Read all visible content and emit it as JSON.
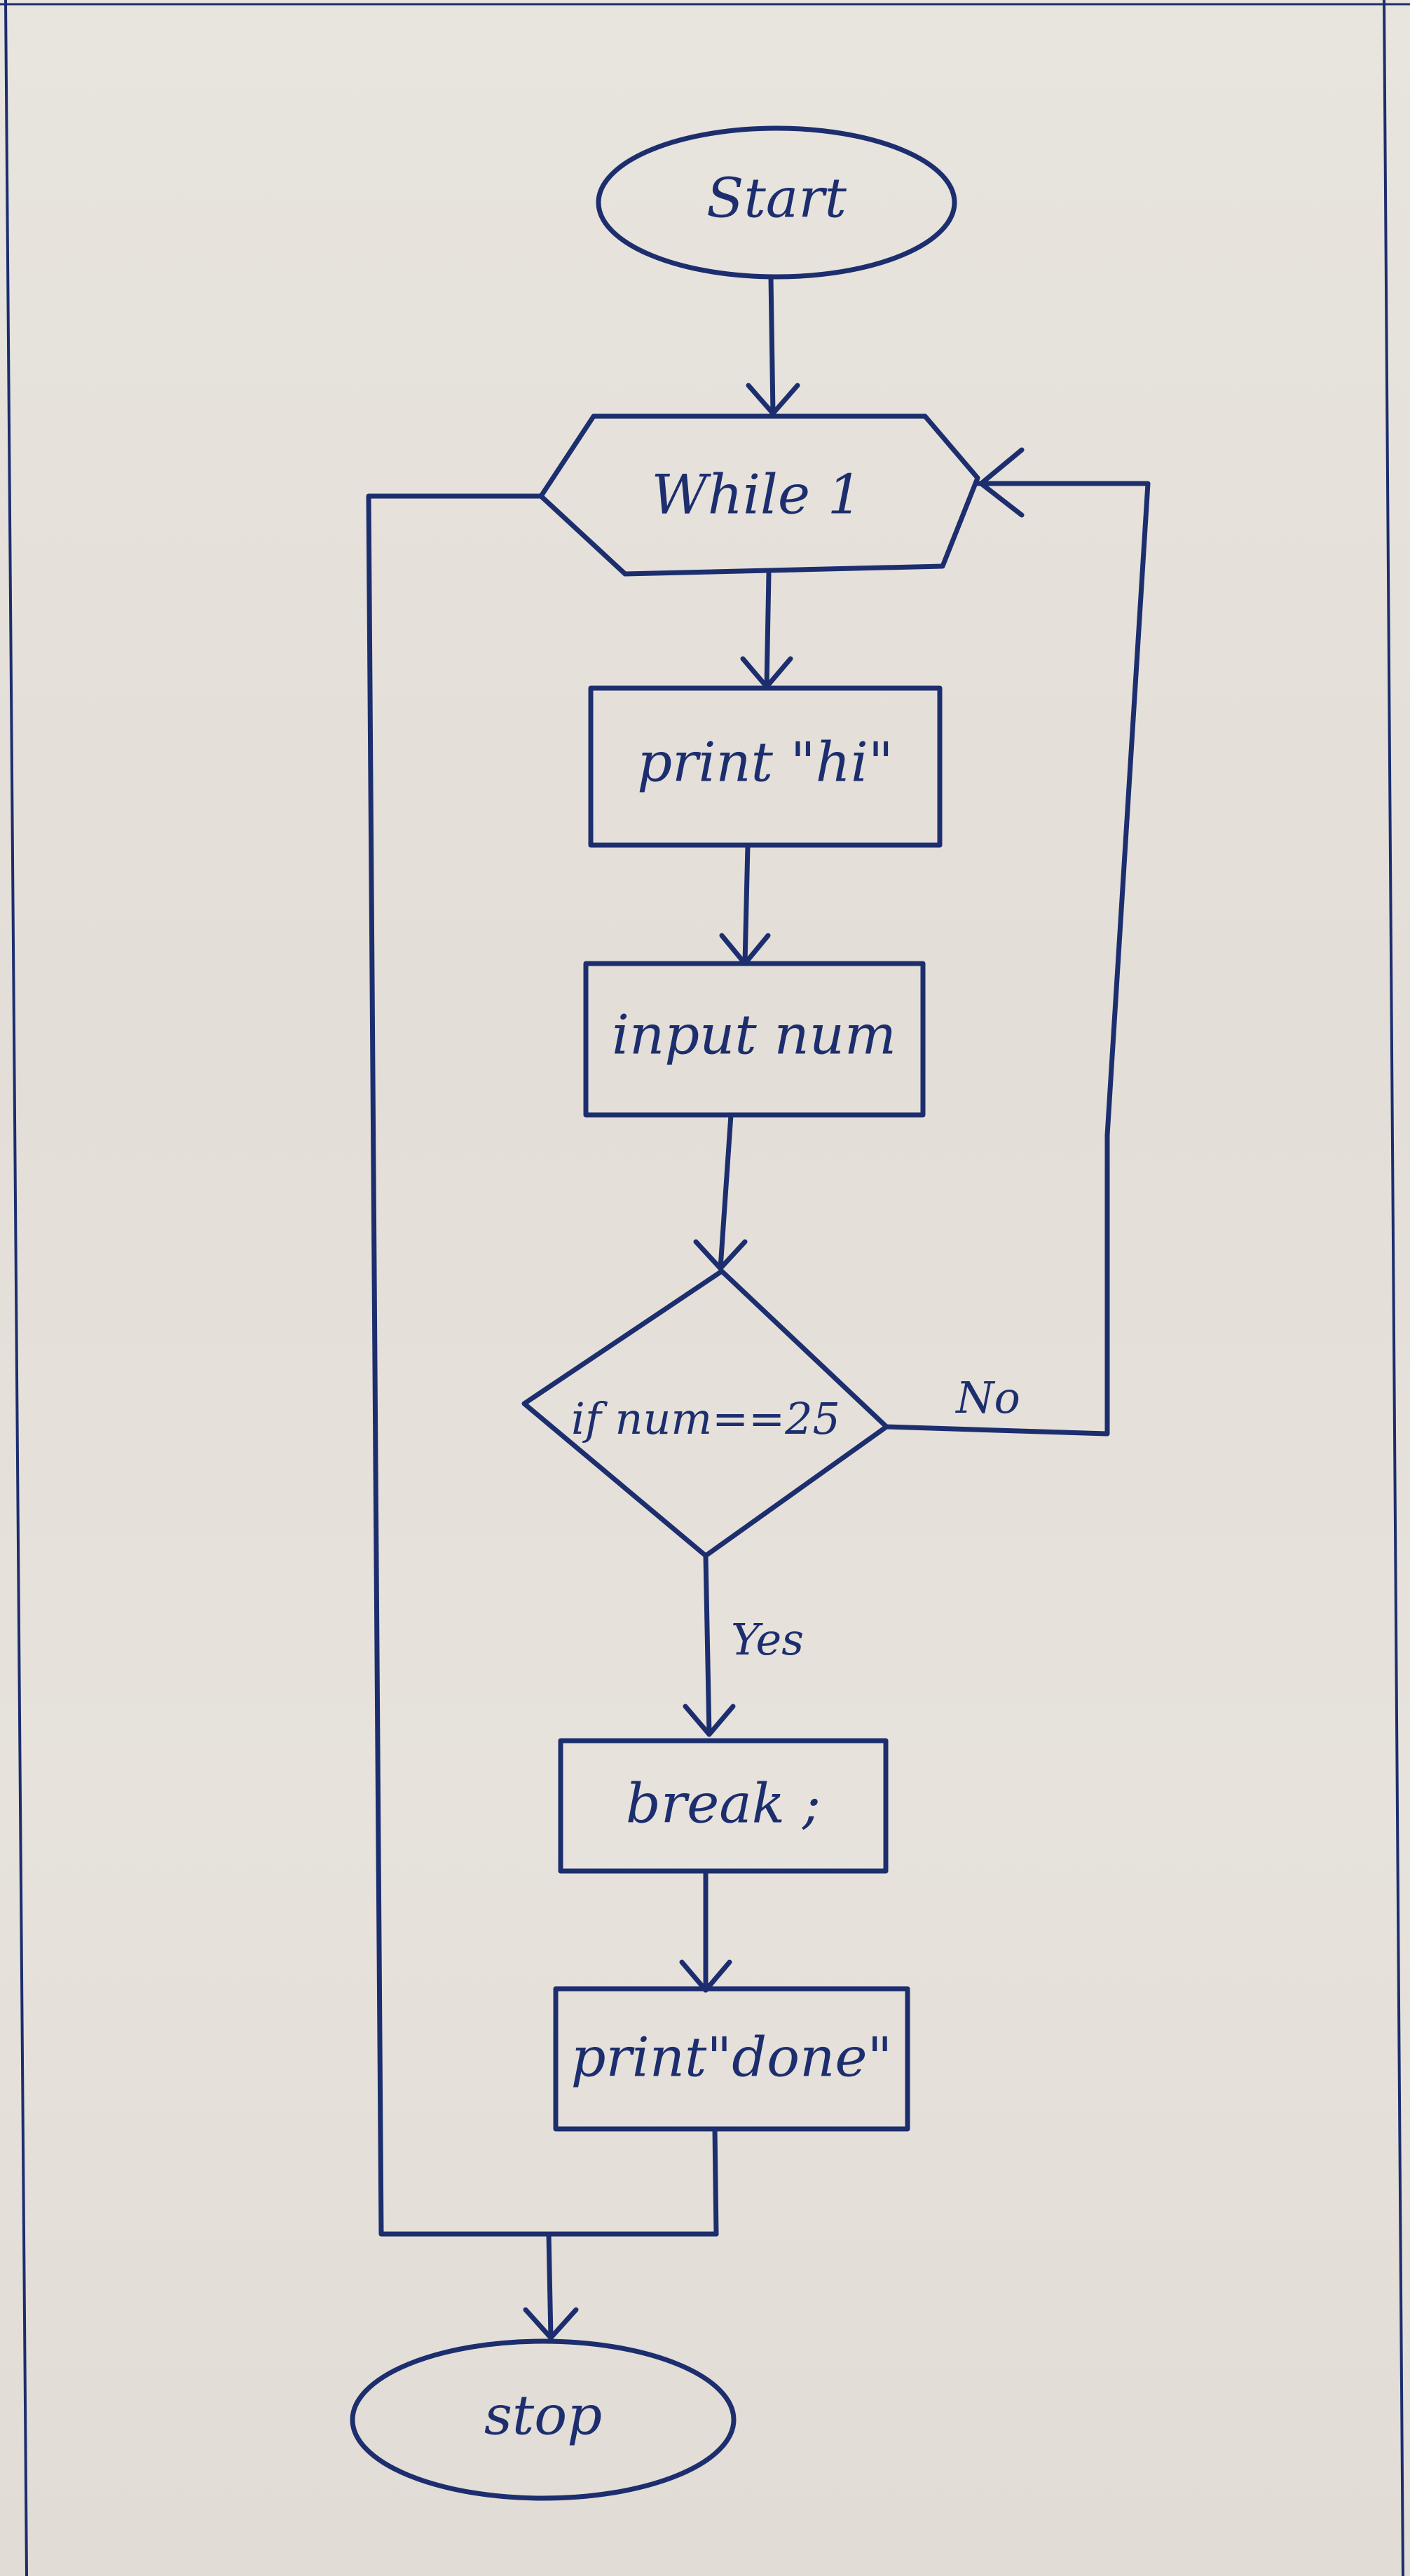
{
  "flowchart": {
    "start": "Start",
    "loop": "While 1",
    "print_hi": "print \"hi\"",
    "input": "input num",
    "decision": "if num==25",
    "no_label": "No",
    "yes_label": "Yes",
    "break_step": "break ;",
    "print_done": "print\"done\"",
    "stop": "stop"
  },
  "colors": {
    "ink": "#1c2e6e",
    "paper": "#e6e1db"
  }
}
